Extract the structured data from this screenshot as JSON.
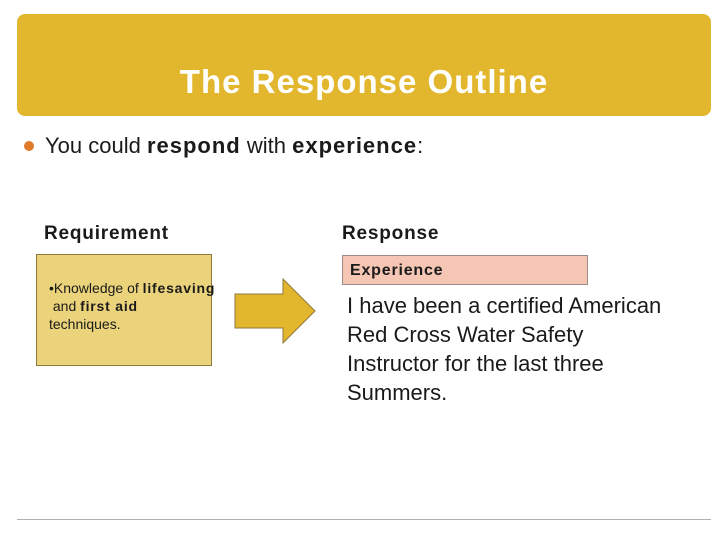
{
  "slide": {
    "title": "The Response Outline",
    "bullet": {
      "prefix": "You could ",
      "bold1": "respond",
      "middle": " with ",
      "bold2": "experience",
      "suffix": ":"
    },
    "requirement": {
      "heading": "Requirement",
      "lead": "•Knowledge of ",
      "bold1": "lifesaving",
      "mid": " and ",
      "bold2": "first aid",
      "tail": " techniques."
    },
    "response": {
      "heading": "Response",
      "box_label": "Experience",
      "text": "I have been a certified American Red Cross Water Safety Instructor for the last three Summers."
    }
  },
  "colors": {
    "title_bar": "#e2b72e",
    "bullet_dot": "#e07b2a",
    "requirement_box": "#ebd37b",
    "arrow": "#e2b72e",
    "experience_box": "#f6c6b5"
  },
  "icons": {
    "bullet": "circle-bullet-icon",
    "arrow": "right-arrow-icon"
  }
}
